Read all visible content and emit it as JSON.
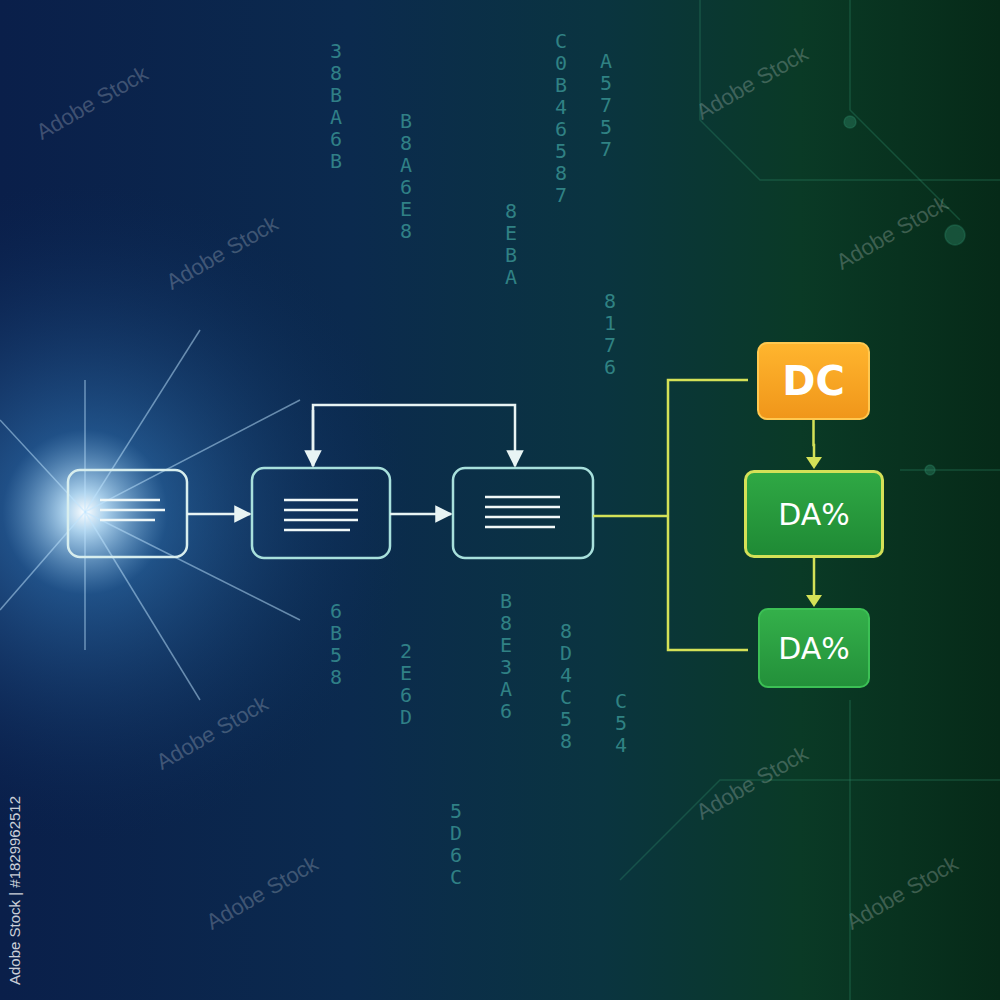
{
  "diagram": {
    "nodes": [
      {
        "text": [
          "DC"
        ]
      },
      {
        "text": [
          "DA%"
        ]
      },
      {
        "text": [
          "DA%"
        ]
      }
    ],
    "edges": [
      {
        "from": 0,
        "to": 1,
        "arrow": "to"
      },
      {
        "from": 1,
        "to": 2,
        "arrow": "to"
      }
    ],
    "labels": [
      "38BA6B",
      "B8A6E8",
      "8EBA",
      "C0B46587",
      "8176",
      "A5757",
      "6B58",
      "2E6D",
      "B8E3A6",
      "8D4C58",
      "C54",
      "5D6C",
      "Adobe Stock",
      "Adobe Stock",
      "Adobe Stock",
      "Adobe Stock",
      "Adobe Stock",
      "Adobe Stock",
      "Adobe Stock",
      "Adobe Stock",
      "Adobe Stock | #1829962512"
    ]
  }
}
